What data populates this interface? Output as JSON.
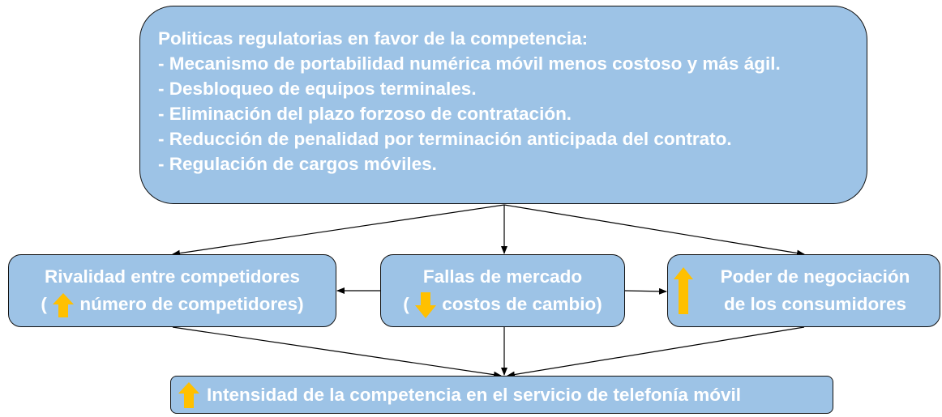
{
  "policy_box": {
    "title": "Politicas regulatorias en favor de la competencia:",
    "items": [
      "- Mecanismo de portabilidad numérica móvil menos costoso y más ágil.",
      "- Desbloqueo de equipos terminales.",
      "- Eliminación del plazo forzoso de contratación.",
      "- Reducción de penalidad por terminación anticipada del contrato.",
      "- Regulación de cargos móviles."
    ]
  },
  "rivalry_box": {
    "line1": "Rivalidad entre competidores",
    "open_paren": "(",
    "line2": "número de competidores)",
    "icon": "up-arrow"
  },
  "failures_box": {
    "line1": "Fallas de mercado",
    "open_paren": "(",
    "line2": "costos de cambio)",
    "icon": "down-arrow"
  },
  "power_box": {
    "line1": "Poder de negociación",
    "line2": "de los consumidores",
    "icon": "up-arrow"
  },
  "outcome_box": {
    "text": "Intensidad de la competencia en el servicio de telefonía móvil",
    "icon": "up-arrow"
  },
  "colors": {
    "box_fill": "#9dc3e6",
    "box_text": "#ffffff",
    "arrow_icon": "#ffc000",
    "connector": "#000000"
  }
}
